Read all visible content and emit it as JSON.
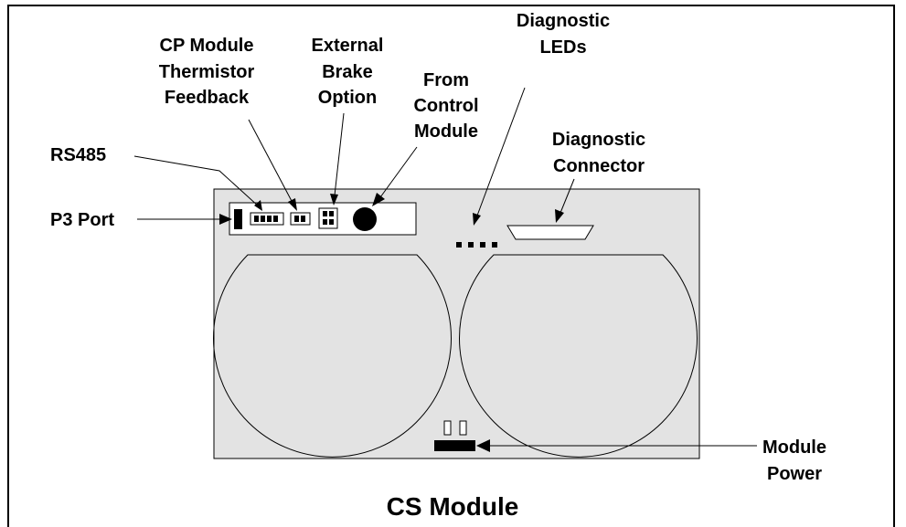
{
  "labels": {
    "cp_module_line1": "CP Module",
    "cp_module_line2": "Thermistor",
    "cp_module_line3": "Feedback",
    "ext_brake_line1": "External",
    "ext_brake_line2": "Brake",
    "ext_brake_line3": "Option",
    "from_ctrl_line1": "From",
    "from_ctrl_line2": "Control",
    "from_ctrl_line3": "Module",
    "diag_leds_line1": "Diagnostic",
    "diag_leds_line2": "LEDs",
    "diag_conn_line1": "Diagnostic",
    "diag_conn_line2": "Connector",
    "rs485": "RS485",
    "p3_port": "P3 Port",
    "module_power_line1": "Module",
    "module_power_line2": "Power",
    "title": "CS Module"
  },
  "colors": {
    "panel_fill": "#e3e3e3",
    "ink": "#000000",
    "connector_strip_fill": "#ffffff"
  }
}
